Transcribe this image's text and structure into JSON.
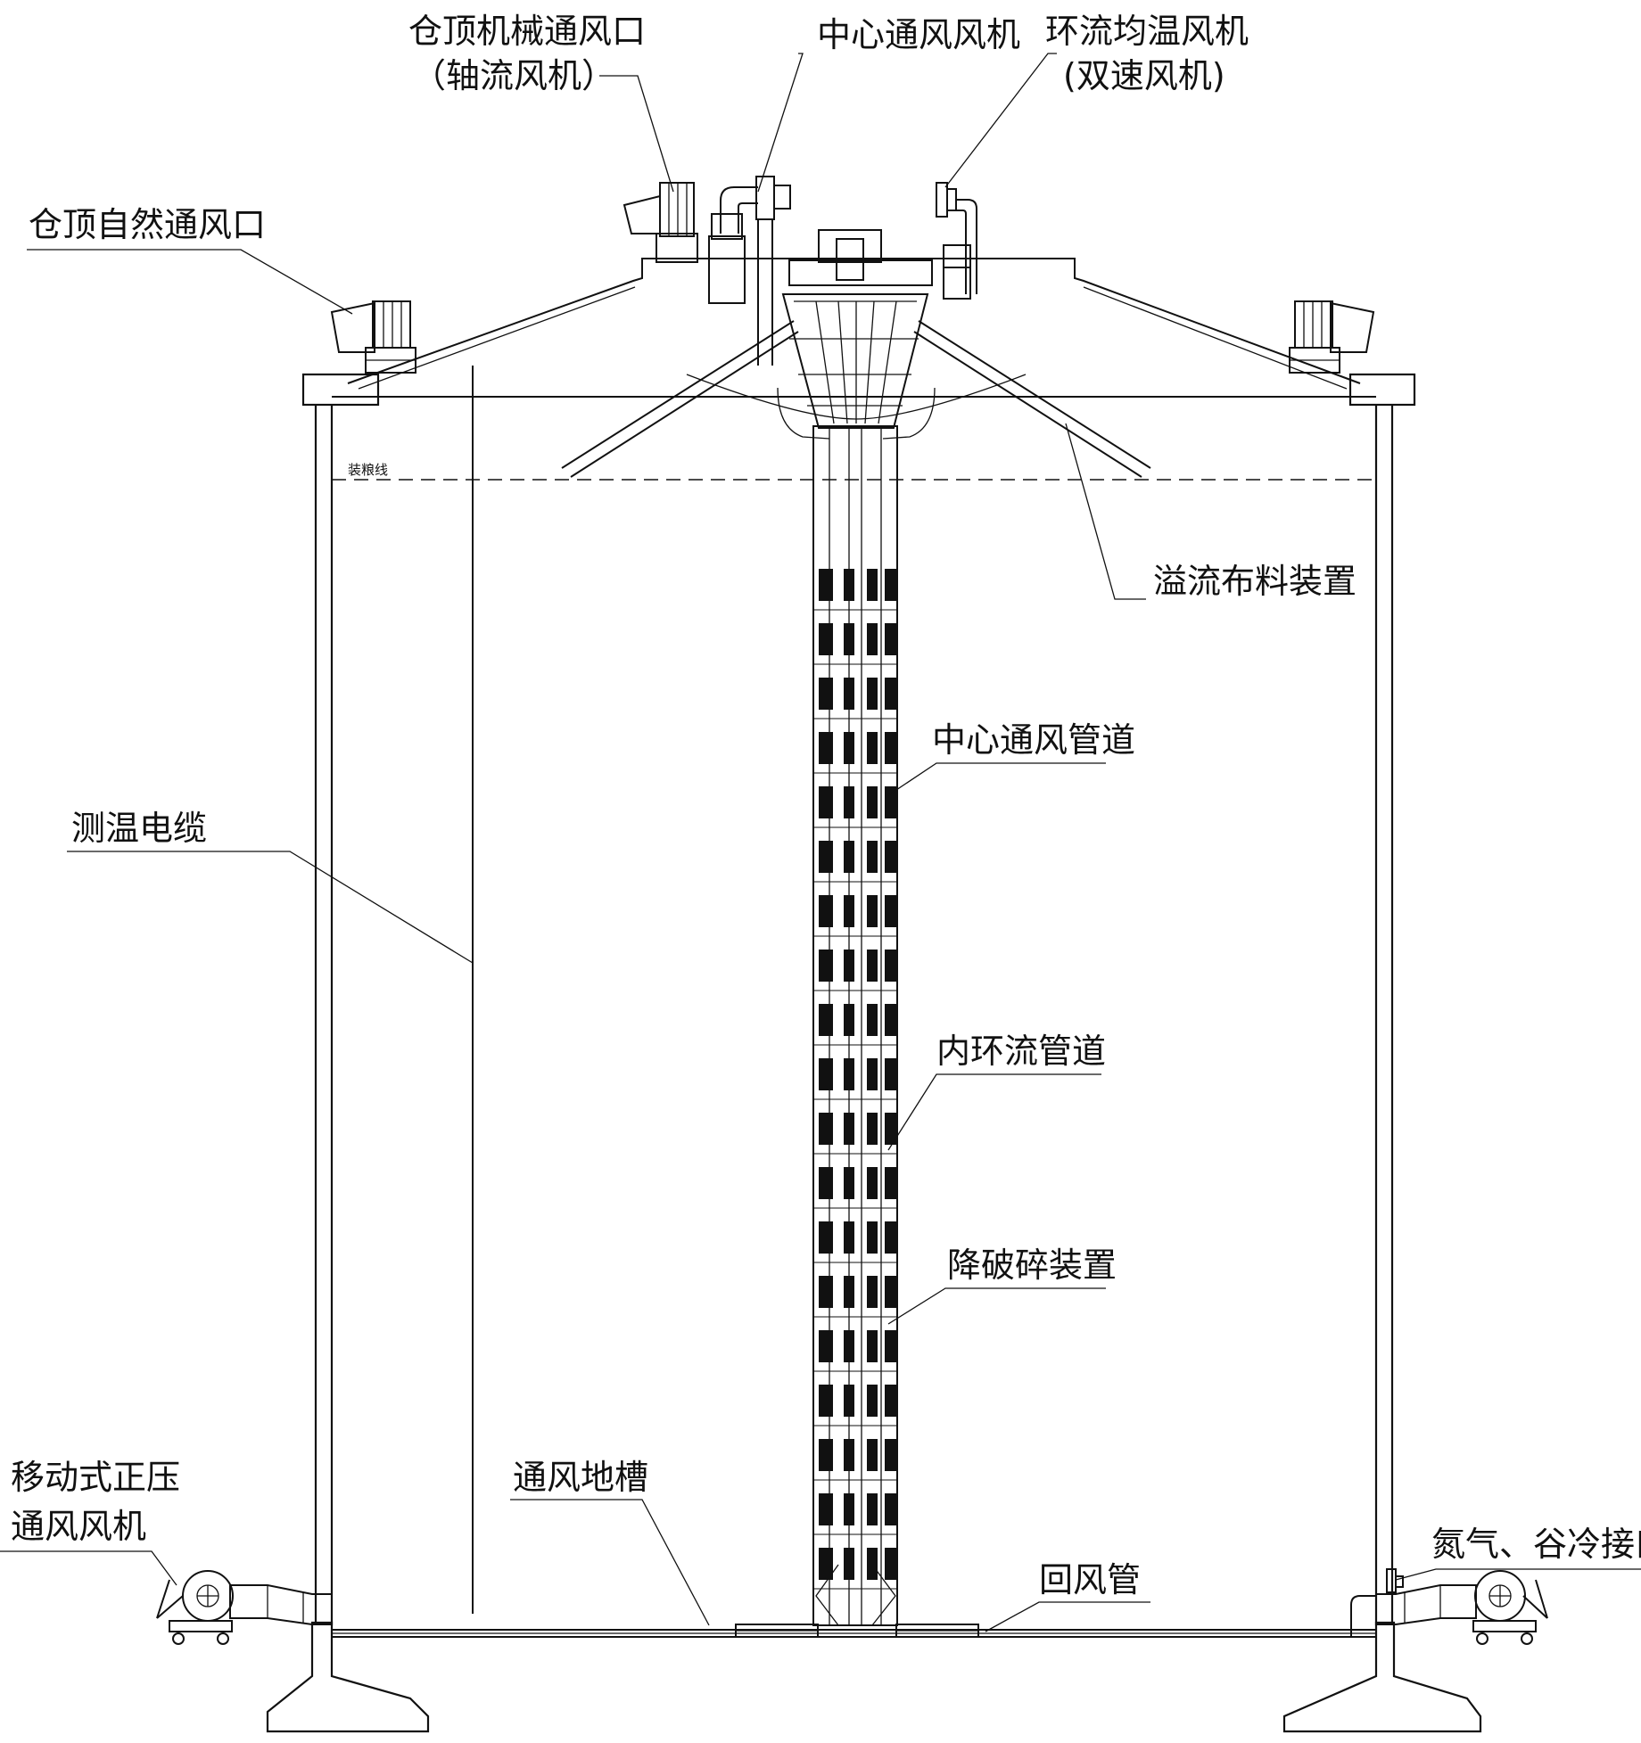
{
  "labels": {
    "roof_mech_vent": "仓顶机械通风口",
    "roof_mech_vent_sub": "（轴流风机）",
    "center_vent_fan": "中心通风风机",
    "circulation_fan": "环流均温风机",
    "circulation_fan_sub": "(双速风机)",
    "roof_natural_vent": "仓顶自然通风口",
    "loading_line": "装粮线",
    "overflow_distributor": "溢流布料装置",
    "center_vent_duct": "中心通风管道",
    "temp_cable": "测温电缆",
    "inner_circ_duct": "内环流管道",
    "anti_breakage": "降破碎装置",
    "mobile_fan_line1": "移动式正压",
    "mobile_fan_line2": "通风风机",
    "vent_trench": "通风地槽",
    "nitrogen_port": "氮气、谷冷接口",
    "return_pipe": "回风管"
  },
  "colors": {
    "line": "#111111",
    "background": "#ffffff"
  }
}
